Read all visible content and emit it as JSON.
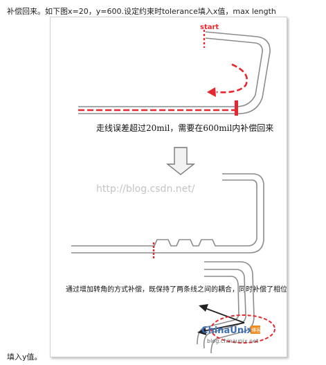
{
  "text": {
    "intro": "补偿回来。如下图x=20，y=600.设定约束时tolerance填入x值，max length",
    "outro": "填入y值。"
  },
  "figure": {
    "start_label": "start",
    "caption_top": "走线误差超过20mil，需要在600mil内补偿回来",
    "watermark": "http://blog.csdn.net/",
    "caption_bottom": "通过增加转角的方式补偿，既保持了两条线之间的耦合，同时补偿了相位差。",
    "logo_main": "ChinaUnix",
    "logo_badge": "博客",
    "logo_sub": "blog.chinaunix.net"
  },
  "colors": {
    "trace": "#8c8c8c",
    "highlight": "#e8262d",
    "arrow": "#222222"
  }
}
